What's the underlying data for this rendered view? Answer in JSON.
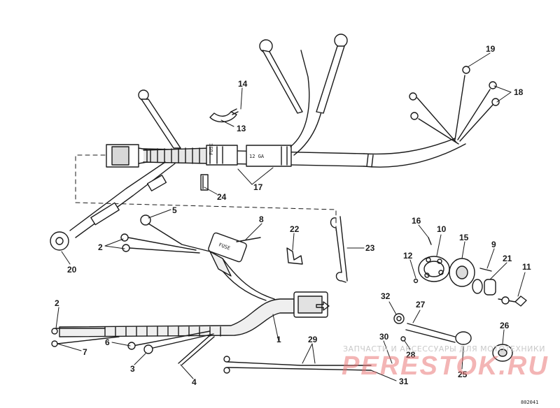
{
  "callouts": {
    "n1": "1",
    "n2a": "2",
    "n2b": "2",
    "n3": "3",
    "n4": "4",
    "n5": "5",
    "n6": "6",
    "n7": "7",
    "n8": "8",
    "n9": "9",
    "n10": "10",
    "n11": "11",
    "n12": "12",
    "n13": "13",
    "n14": "14",
    "n15": "15",
    "n16": "16",
    "n17": "17",
    "n18": "18",
    "n19": "19",
    "n20": "20",
    "n21": "21",
    "n22": "22",
    "n23": "23",
    "n24": "24",
    "n25": "25",
    "n26": "26",
    "n27": "27",
    "n28": "28",
    "n29": "29",
    "n30": "30",
    "n31": "31",
    "n32": "32"
  },
  "watermark": {
    "line1": "ЗАПЧАСТИ И АКСЕССУАРЫ ДЛЯ МОТОТЕХНИКИ",
    "line2": "PERESTOK.RU",
    "color": "#e97878"
  },
  "drawing_code": "802041",
  "colors": {
    "ink": "#1a1a1a",
    "background": "#ffffff"
  }
}
